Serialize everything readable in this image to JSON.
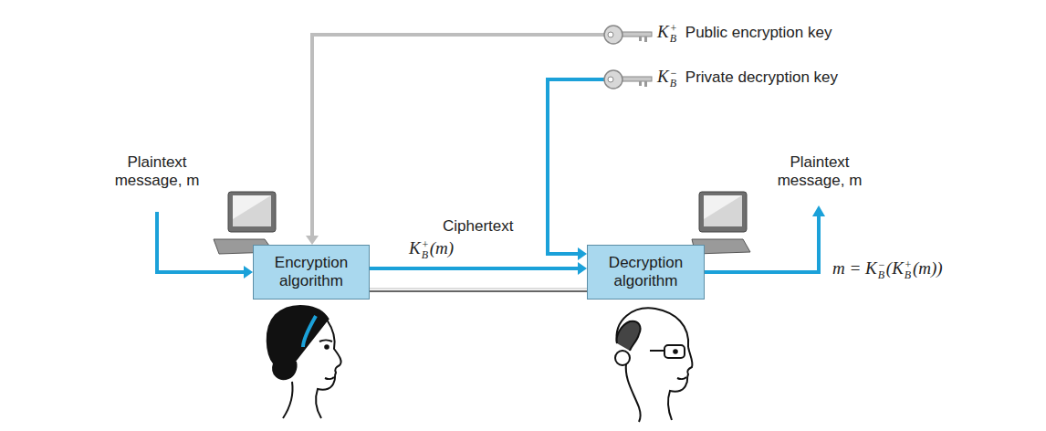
{
  "diagram": {
    "nodes": [
      {
        "text": [
          "Encryption algorithm"
        ]
      },
      {
        "text": [
          "Decryption algorithm"
        ]
      }
    ],
    "edges": [
      {
        "from": 0,
        "to": 1,
        "arrow": "to",
        "label": "Ciphertext"
      }
    ],
    "labels": [
      "Plaintext message, m",
      "K",
      "B",
      "+",
      "Public encryption key",
      "K",
      "B",
      "−",
      "Private decryption key",
      "K",
      "B",
      "+",
      "(m)",
      "Plaintext message, m",
      "m = K",
      "B",
      "−",
      "(K",
      "B",
      "+",
      "(m))"
    ]
  }
}
